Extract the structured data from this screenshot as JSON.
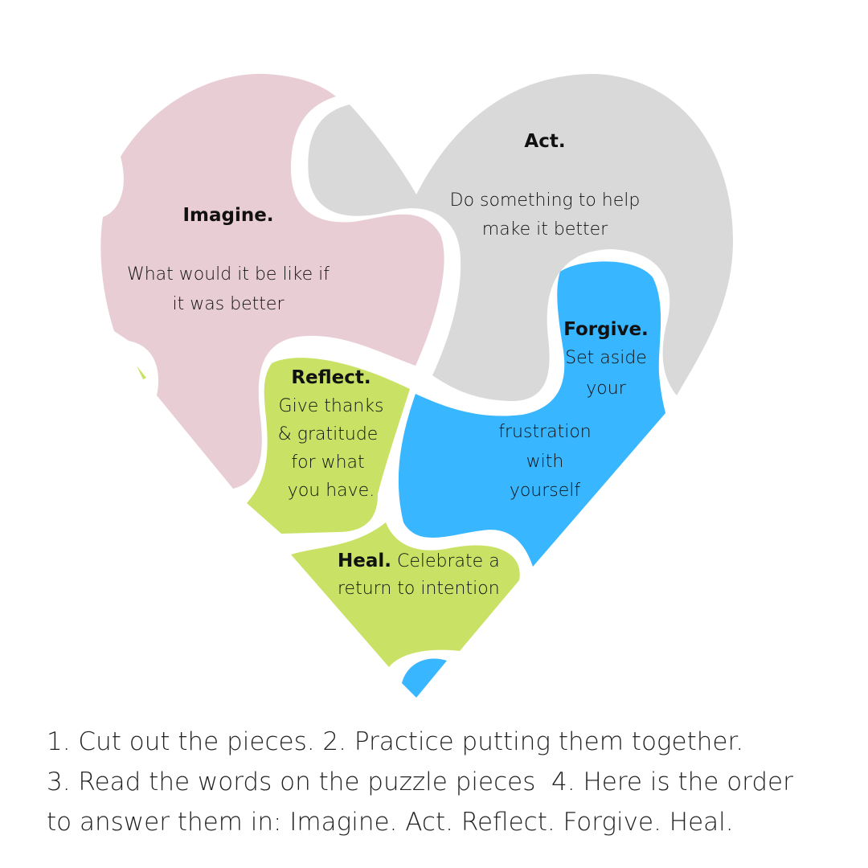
{
  "colors": {
    "imagine": "#e8cdd4",
    "act": "#d9d9d9",
    "forgive": "#38b6ff",
    "reflect": "#c9e265",
    "heal": "#c9e265"
  },
  "pieces": {
    "imagine": {
      "title": "Imagine.",
      "lines": [
        "What would it be like if",
        "it was better"
      ]
    },
    "act": {
      "title": "Act.",
      "lines": [
        "Do something to help",
        "make it better"
      ]
    },
    "forgive": {
      "title": "Forgive.",
      "lines": [
        "Set aside",
        "your",
        "frustration",
        "with",
        "yourself"
      ]
    },
    "reflect": {
      "title": "Reflect.",
      "lines": [
        "Give thanks",
        "& gratitude",
        "for what",
        "you have."
      ]
    },
    "heal": {
      "title": "Heal.",
      "lines": [
        "Celebrate a",
        "return to intention"
      ]
    }
  },
  "instructions": [
    "1. Cut out the pieces. 2. Practice putting them together.",
    "3. Read the words on the puzzle pieces  4. Here is the order",
    "to answer them in: Imagine. Act. Reflect. Forgive. Heal."
  ]
}
